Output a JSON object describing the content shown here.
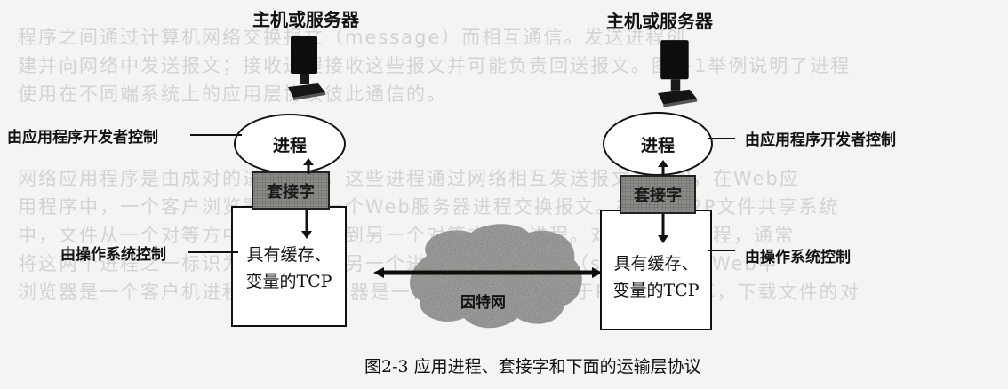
{
  "left_host": {
    "title": "主机或服务器",
    "process_label": "进程",
    "socket_label": "套接字",
    "tcp_line1": "具有缓存、",
    "tcp_line2": "变量的TCP",
    "app_control_label": "由应用程序开发者控制",
    "os_control_label": "由操作系统控制"
  },
  "right_host": {
    "title": "主机或服务器",
    "process_label": "进程",
    "socket_label": "套接字",
    "tcp_line1": "具有缓存、",
    "tcp_line2": "变量的TCP",
    "app_control_label": "由应用程序开发者控制",
    "os_control_label": "由操作系统控制"
  },
  "network": {
    "label": "因特网"
  },
  "caption": "图2-3  应用进程、套接字和下面的运输层协议",
  "colors": {
    "ink": "#111111",
    "socket_fill": "#8a8a86",
    "cloud_fill": "#a9a9a6",
    "paper": "#f4f4f2"
  }
}
